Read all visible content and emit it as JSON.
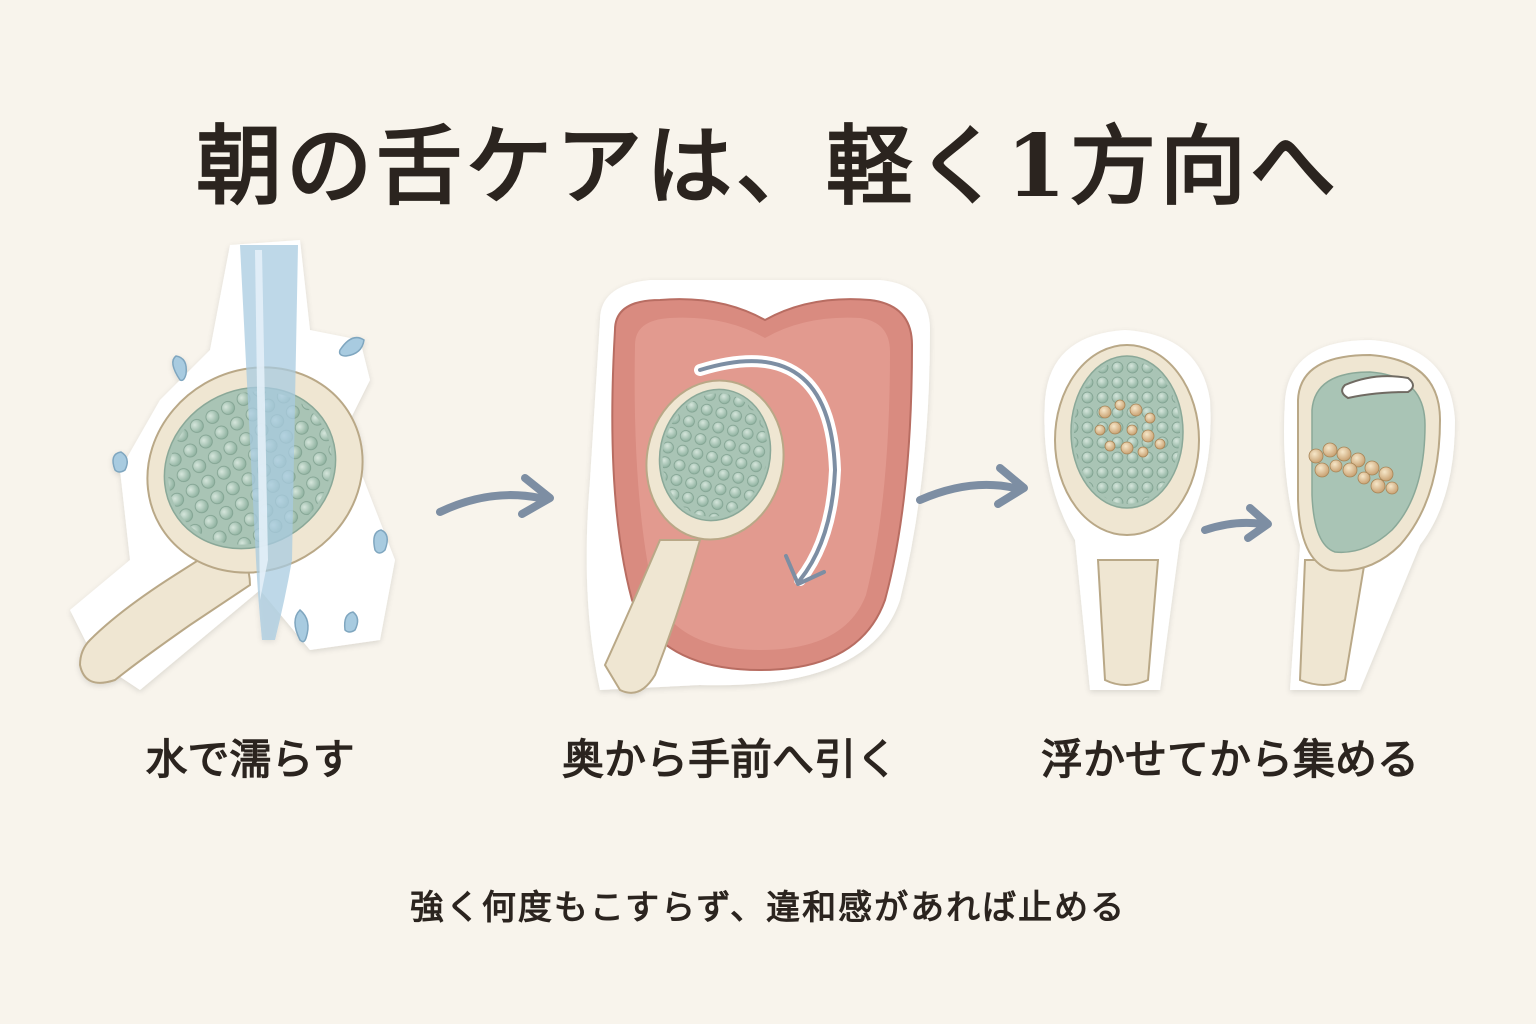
{
  "title": "朝の舌ケアは、軽く1方向へ",
  "steps": [
    {
      "label": "水で濡らす",
      "icon": "brush-under-water-icon"
    },
    {
      "label": "奥から手前へ引く",
      "icon": "brush-on-tongue-icon"
    },
    {
      "label": "浮かせてから集める",
      "icon": "brush-collect-debris-icon"
    }
  ],
  "note": "強く何度もこすらず、違和感があれば止める",
  "colors": {
    "background": "#f8f4ec",
    "text": "#2b241f",
    "arrow": "#7d8ea3",
    "brush_head": "#a9c4b5",
    "handle": "#efe6d2",
    "tongue": "#d98b80",
    "water": "#a8cbe0",
    "debris": "#d9b98a"
  }
}
